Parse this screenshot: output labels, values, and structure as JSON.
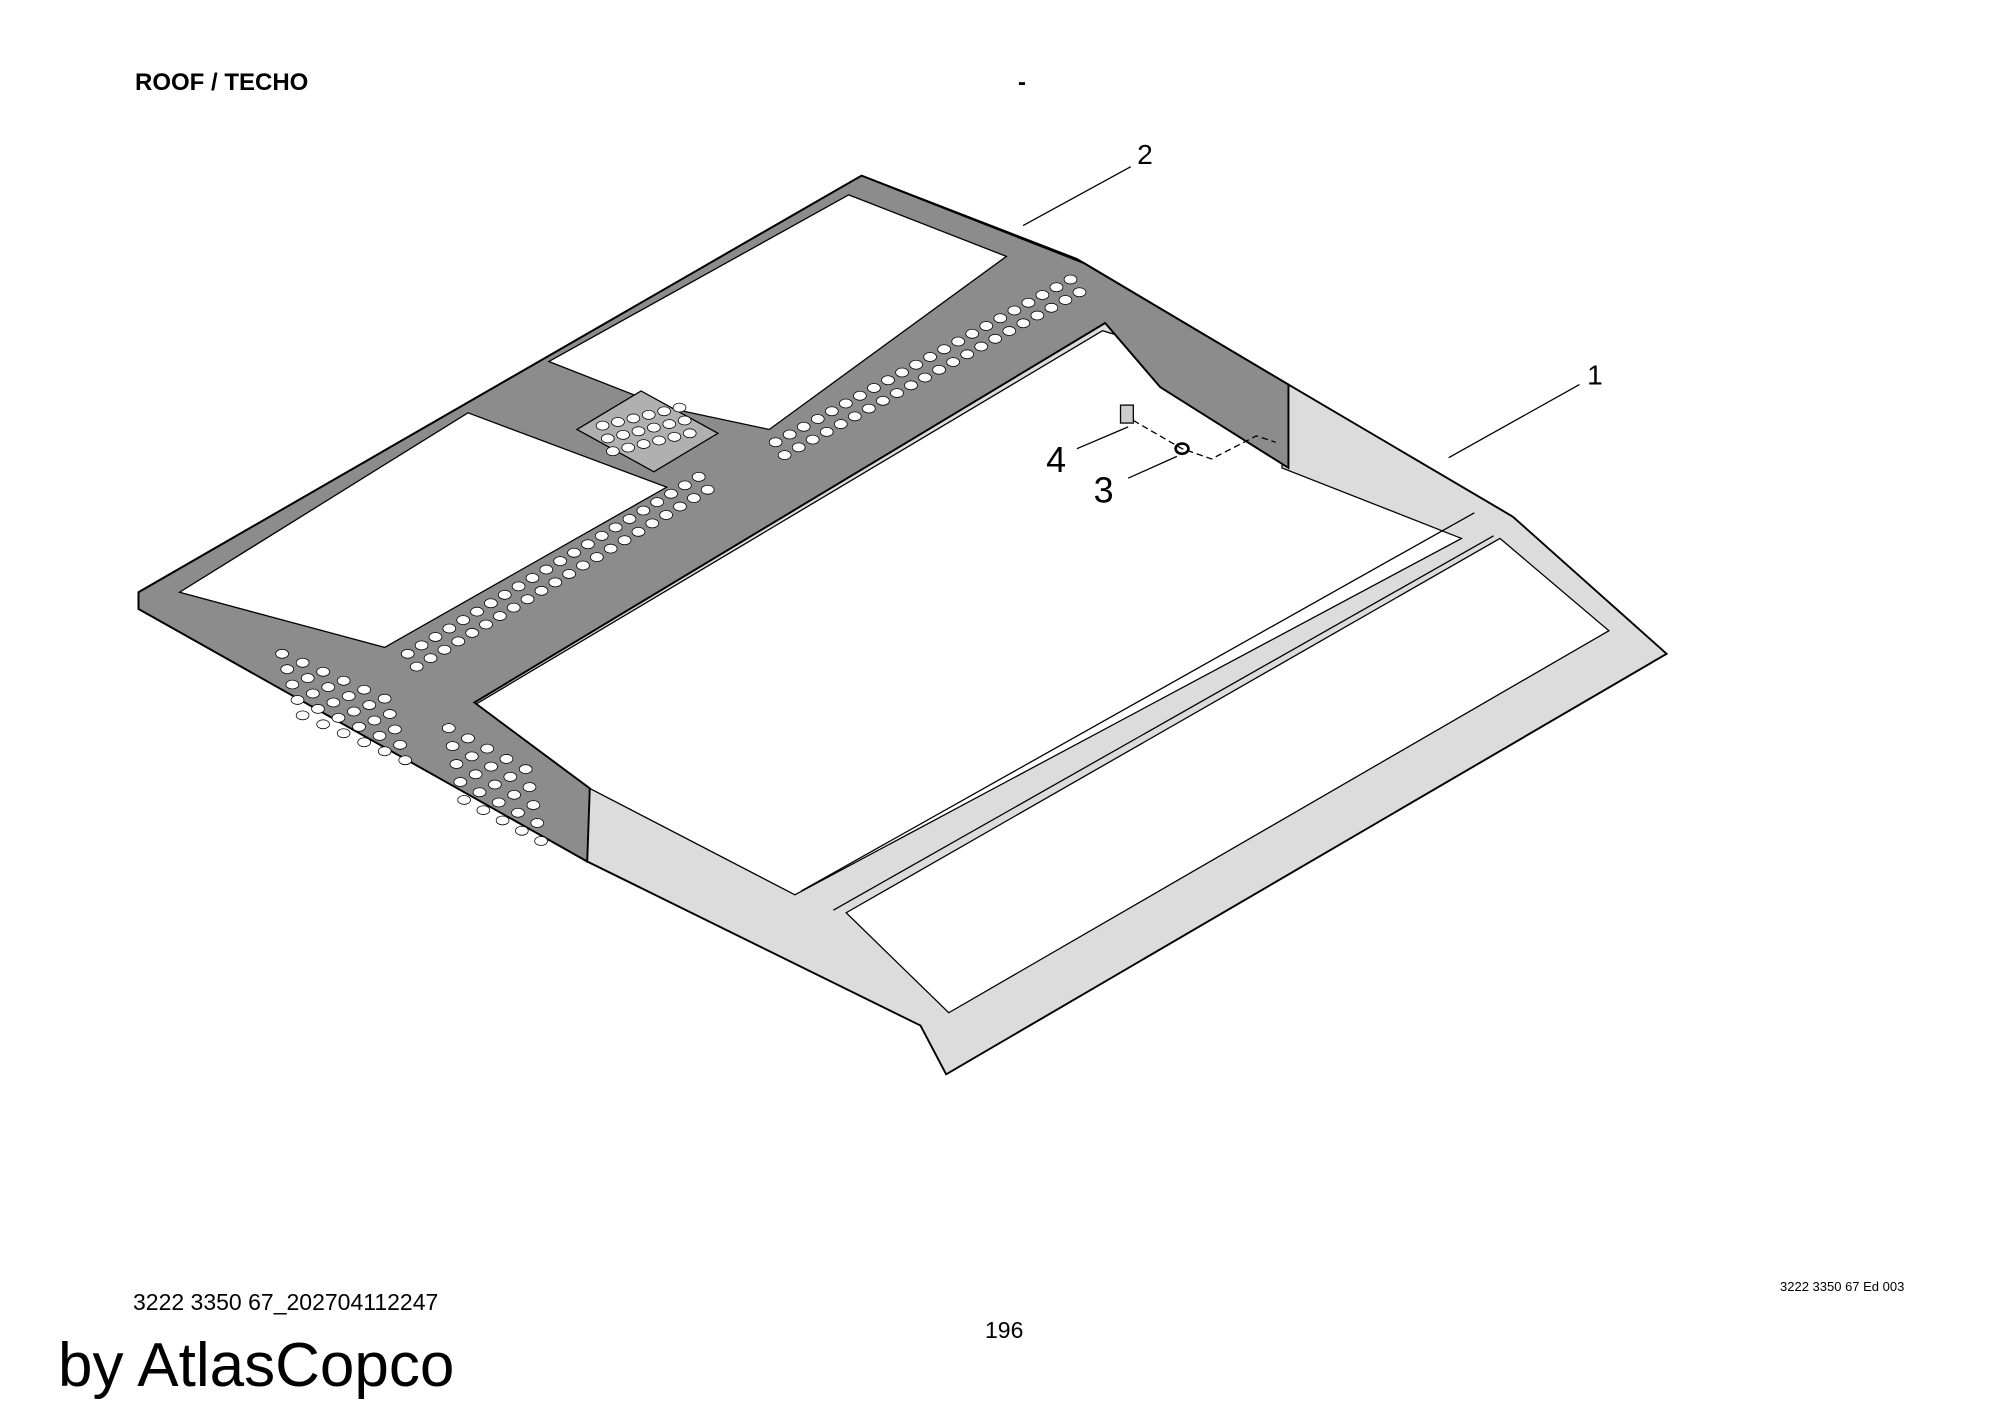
{
  "header": {
    "title": "ROOF / TECHO",
    "separator": "-"
  },
  "callouts": [
    "1",
    "2",
    "3",
    "4"
  ],
  "footer": {
    "document_edition": "3222 3350 67 Ed 003",
    "code": "3222 3350 67_202704112247",
    "page_number": "196",
    "watermark": "by AtlasCopco"
  },
  "colors": {
    "dark_panel": "#8c8c8c",
    "light_panel": "#dcdcdc",
    "line": "#000000"
  }
}
